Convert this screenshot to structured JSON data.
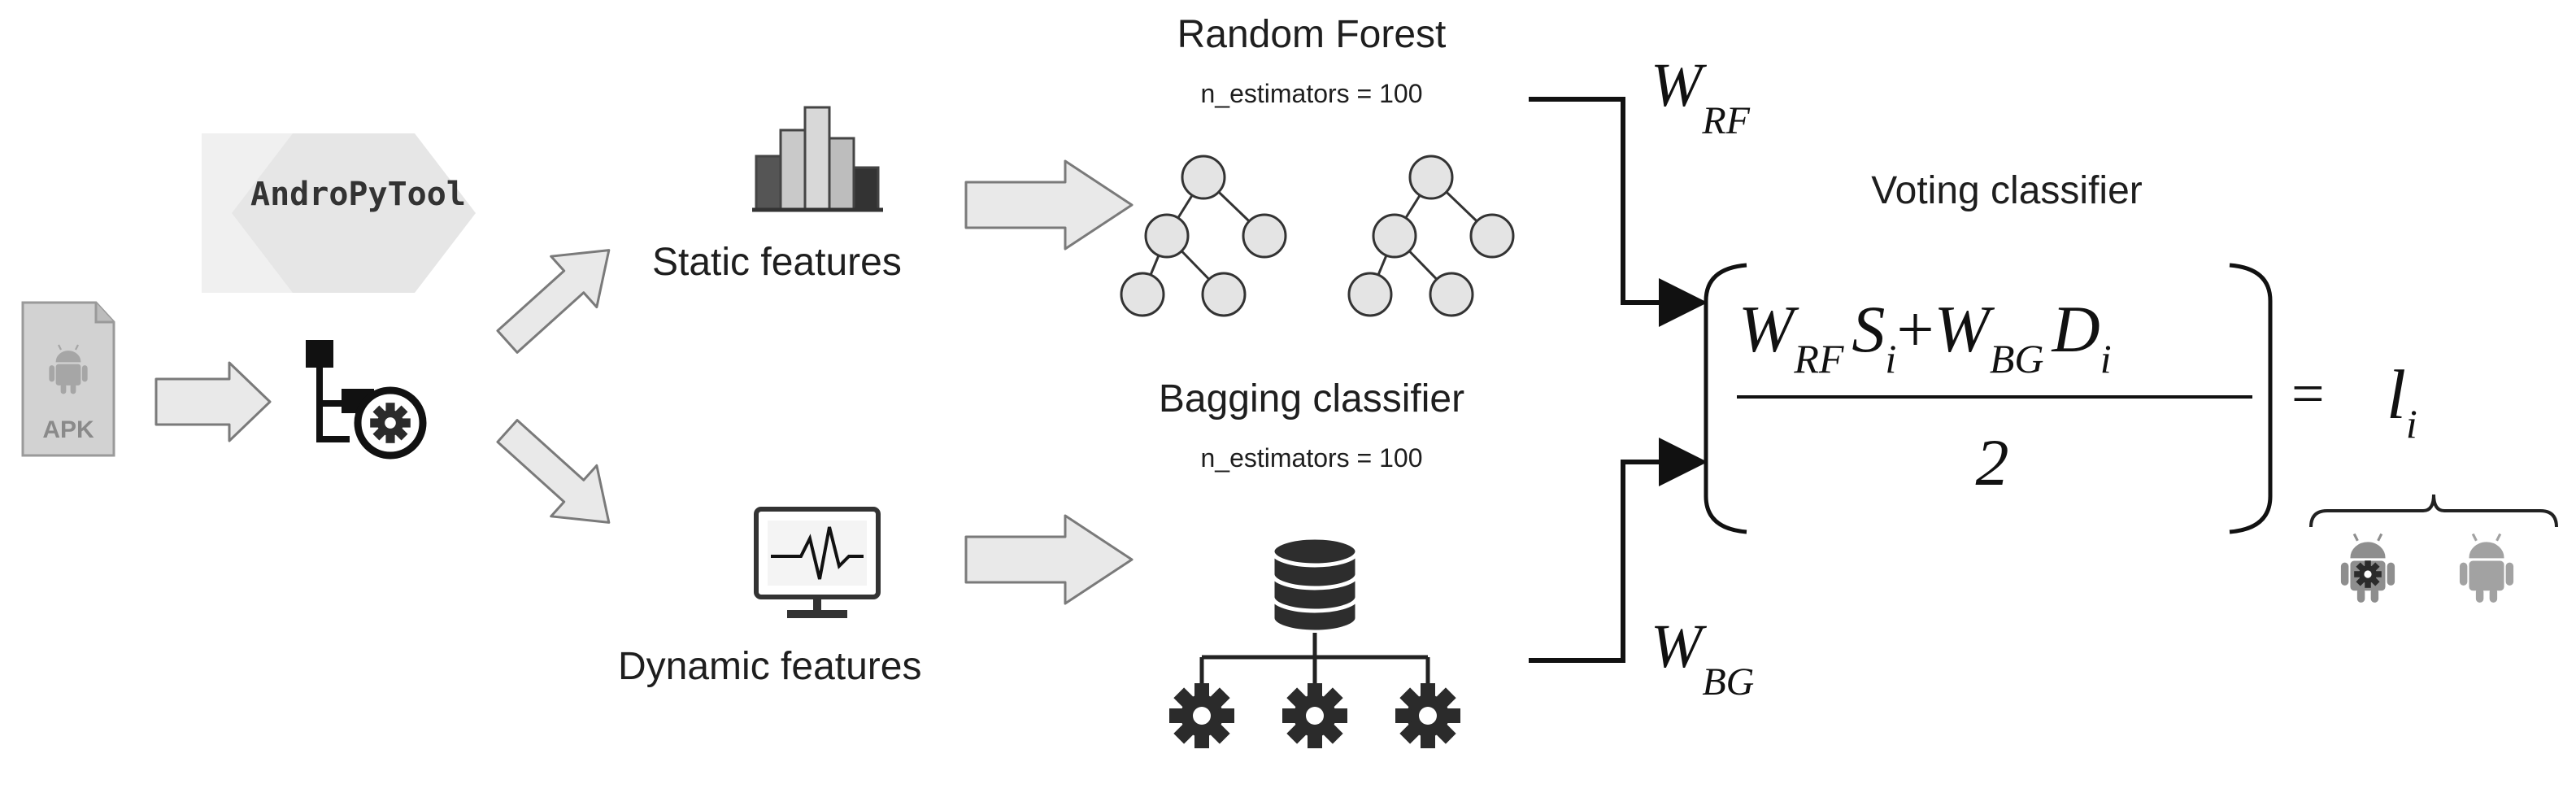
{
  "apk": {
    "label": "APK"
  },
  "tool": {
    "name": "AndroPyTool"
  },
  "features": {
    "static": "Static features",
    "dynamic": "Dynamic features"
  },
  "models": {
    "random_forest": {
      "title": "Random Forest",
      "param": "n_estimators = 100"
    },
    "bagging": {
      "title": "Bagging classifier",
      "param": "n_estimators = 100"
    }
  },
  "weights": {
    "rf": {
      "base": "W",
      "sub": "RF"
    },
    "bg": {
      "base": "W",
      "sub": "BG"
    }
  },
  "voting": {
    "title": "Voting classifier",
    "numerator": [
      {
        "base": "W",
        "sub": "RF"
      },
      {
        "base": "S",
        "sub": "i"
      },
      {
        "op": "+"
      },
      {
        "base": "W",
        "sub": "BG"
      },
      {
        "base": "D",
        "sub": "i"
      }
    ],
    "denominator": "2",
    "equals": "=",
    "result": {
      "base": "l",
      "sub": "i"
    }
  },
  "outputs": [
    "malware-android-icon",
    "benign-android-icon"
  ],
  "colors": {
    "arrow_fill": "#e9e9e9",
    "arrow_stroke": "#7a7a7a",
    "line": "#111111",
    "node_fill": "#e4e4e4"
  }
}
